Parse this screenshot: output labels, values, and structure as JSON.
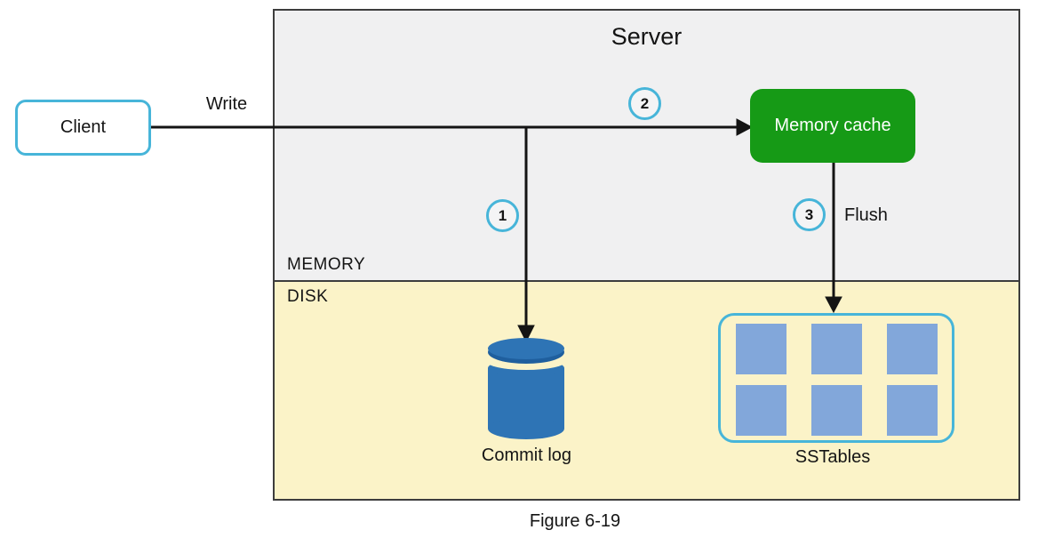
{
  "diagram": {
    "caption": "Figure 6-19",
    "server": {
      "title": "Server",
      "memory_label": "MEMORY",
      "disk_label": "DISK"
    },
    "client": {
      "label": "Client"
    },
    "flows": {
      "write_label": "Write",
      "flush_label": "Flush",
      "steps": [
        "1",
        "2",
        "3"
      ]
    },
    "memory_cache": {
      "label": "Memory cache"
    },
    "commit_log": {
      "label": "Commit log"
    },
    "sstables": {
      "label": "SSTables",
      "segment_count": 6
    },
    "colors": {
      "accent_cyan": "#47b5d9",
      "cache_green": "#169a16",
      "cylinder_blue": "#2e74b5",
      "segment_blue": "#82a7da",
      "disk_yellow": "#fbf3c8",
      "memory_gray": "#f0f0f1",
      "line_black": "#141414"
    }
  }
}
